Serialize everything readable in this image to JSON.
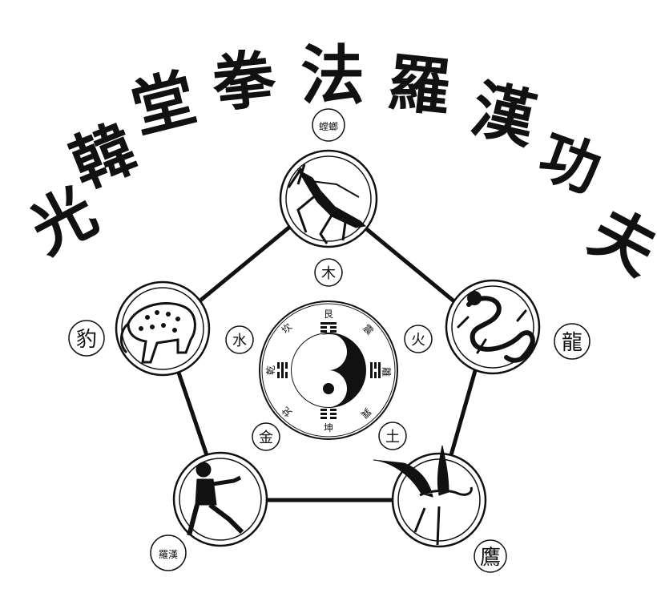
{
  "title": {
    "characters": [
      "光",
      "韓",
      "堂",
      "拳",
      "法",
      "羅",
      "漢",
      "功",
      "夫"
    ]
  },
  "animals": [
    {
      "id": "mantis",
      "label": "螳螂",
      "icon": "mantis-icon"
    },
    {
      "id": "dragon",
      "label": "龍",
      "icon": "dragon-icon"
    },
    {
      "id": "eagle",
      "label": "鷹",
      "icon": "eagle-icon"
    },
    {
      "id": "monk",
      "label": "羅漢",
      "icon": "monk-icon"
    },
    {
      "id": "leopard",
      "label": "豹",
      "icon": "leopard-icon"
    }
  ],
  "elements": [
    "木",
    "火",
    "土",
    "金",
    "水"
  ],
  "trigrams": [
    "艮",
    "震",
    "離",
    "巽",
    "坤",
    "兌",
    "乾",
    "坎"
  ],
  "colors": {
    "ink": "#111111",
    "paper": "#ffffff"
  }
}
